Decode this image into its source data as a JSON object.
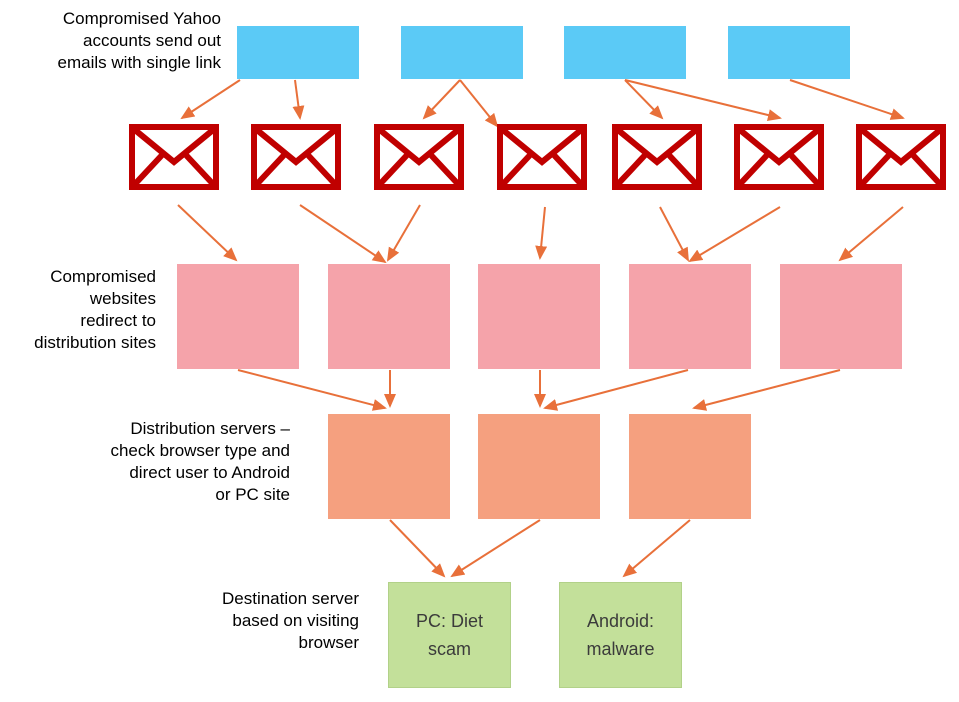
{
  "labels": {
    "accounts": [
      "Compromised Yahoo",
      "accounts send out",
      "emails with single link"
    ],
    "websites": [
      "Compromised",
      "websites",
      "redirect to",
      "distribution sites"
    ],
    "distribution": [
      "Distribution servers –",
      "check browser type and",
      "direct user to Android",
      "or PC site"
    ],
    "destination": [
      "Destination server",
      "based on visiting",
      "browser"
    ]
  },
  "destinations": [
    {
      "lines": [
        "PC: Diet",
        "scam"
      ]
    },
    {
      "lines": [
        "Android:",
        "malware"
      ]
    }
  ],
  "icons": {
    "envelope": "envelope-icon"
  },
  "colors": {
    "account_box": "#5bcaf6",
    "envelope": "#c00000",
    "website_box": "#f5a3aa",
    "distribution_box": "#f5a07f",
    "destination_box": "#c3e09a",
    "arrow": "#e8703a"
  }
}
